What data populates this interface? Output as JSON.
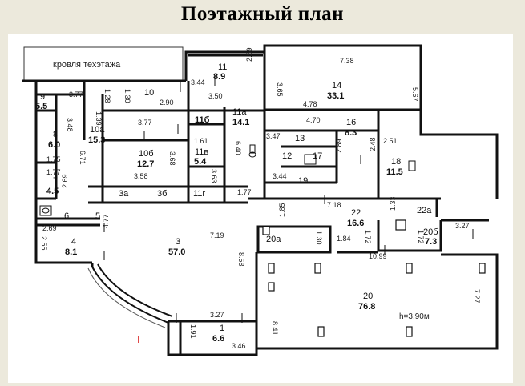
{
  "title": "Поэтажный план",
  "roof_label": "кровля   техэтажа",
  "ceiling_note": "h=3.90м",
  "rooms": [
    {
      "num": "1",
      "area": "6.6"
    },
    {
      "num": "3",
      "area": "57.0"
    },
    {
      "num": "3а",
      "area": ""
    },
    {
      "num": "3б",
      "area": ""
    },
    {
      "num": "4",
      "area": "8.1"
    },
    {
      "num": "5",
      "area": ""
    },
    {
      "num": "6",
      "area": ""
    },
    {
      "num": "7",
      "area": "4.5"
    },
    {
      "num": "8",
      "area": "6.0"
    },
    {
      "num": "9",
      "area": "5.5"
    },
    {
      "num": "10",
      "area": ""
    },
    {
      "num": "10а",
      "area": "15.3"
    },
    {
      "num": "10б",
      "area": "12.7"
    },
    {
      "num": "11",
      "area": "8.9"
    },
    {
      "num": "11а",
      "area": "14.1"
    },
    {
      "num": "11б",
      "area": "1.61"
    },
    {
      "num": "11в",
      "area": "5.4"
    },
    {
      "num": "11г",
      "area": ""
    },
    {
      "num": "12",
      "area": ""
    },
    {
      "num": "13",
      "area": ""
    },
    {
      "num": "14",
      "area": "33.1"
    },
    {
      "num": "16",
      "area": "8.3"
    },
    {
      "num": "17",
      "area": ""
    },
    {
      "num": "18",
      "area": "11.5"
    },
    {
      "num": "19",
      "area": ""
    },
    {
      "num": "20",
      "area": "76.8"
    },
    {
      "num": "20а",
      "area": ""
    },
    {
      "num": "20б",
      "area": "7.3"
    },
    {
      "num": "22",
      "area": "16.6"
    },
    {
      "num": "22а",
      "area": ""
    }
  ],
  "dimensions": [
    "7.38",
    "3.65",
    "5.67",
    "4.78",
    "3.44",
    "2.59",
    "3.50",
    "2.90",
    "3.77",
    "1.28",
    "1.30",
    "1.39",
    "3.77",
    "3.48",
    "6.71",
    "1.75",
    "1.77",
    "2.69",
    "3.58",
    "3.68",
    "3.63",
    "6.40",
    "1.77",
    "4.70",
    "3.47",
    "2.89",
    "2.48",
    "2.51",
    "3.44",
    "7.18",
    "1.85",
    "1.33",
    "3.27",
    "2.69",
    "2.55",
    "4.77",
    "7.19",
    "1.30",
    "1.84",
    "1.72",
    "1.72",
    "10.99",
    "8.58",
    "7.27",
    "8.41",
    "3.27",
    "1.91",
    "3.46"
  ],
  "cursor_mark": "I"
}
